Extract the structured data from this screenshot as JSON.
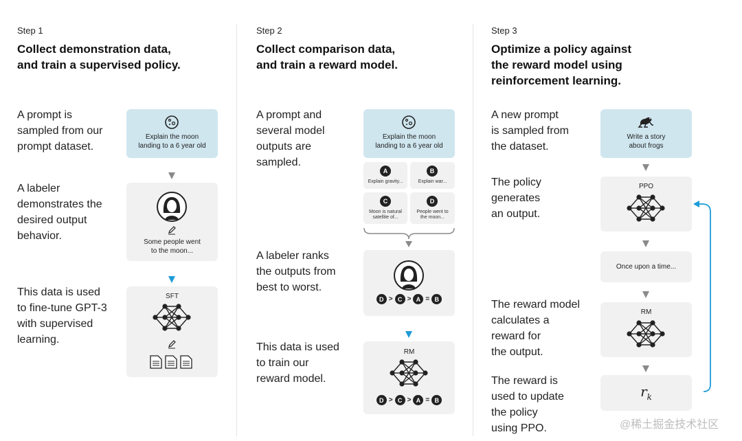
{
  "steps": [
    {
      "label": "Step 1",
      "title": "Collect demonstration data,\nand train a supervised policy.",
      "desc1": "A prompt is\nsampled from our\nprompt dataset.",
      "desc2": "A labeler\ndemonstrates the\ndesired output\nbehavior.",
      "desc3": "This data is used\nto fine-tune GPT-3\nwith supervised\nlearning.",
      "prompt_card": "Explain the moon\nlanding to a 6 year old",
      "demo_text": "Some people went\nto the moon...",
      "model_label": "SFT"
    },
    {
      "label": "Step 2",
      "title": "Collect comparison data,\nand train a reward model.",
      "desc1": "A prompt and\nseveral model\noutputs are\nsampled.",
      "desc2": "A labeler ranks\nthe outputs from\nbest to worst.",
      "desc3": "This data is used\nto train our\nreward model.",
      "prompt_card": "Explain the moon\nlanding to a 6 year old",
      "outputs": [
        {
          "letter": "A",
          "text": "Explain gravity..."
        },
        {
          "letter": "B",
          "text": "Explain war..."
        },
        {
          "letter": "C",
          "text": "Moon is natural\nsatellite of..."
        },
        {
          "letter": "D",
          "text": "People went to\nthe moon..."
        }
      ],
      "ranking": {
        "items": [
          "D",
          "C",
          "A",
          "B"
        ],
        "ops": [
          ">",
          ">",
          "="
        ]
      },
      "model_label": "RM"
    },
    {
      "label": "Step 3",
      "title": "Optimize a policy against\nthe reward model using\nreinforcement learning.",
      "desc1": "A new prompt\nis sampled from\nthe dataset.",
      "desc2": "The policy\ngenerates\nan output.",
      "desc3": "The reward model\ncalculates a\nreward for\nthe output.",
      "desc4": "The reward is\nused to update\nthe policy\nusing PPO.",
      "prompt_card": "Write a story\nabout frogs",
      "policy_label": "PPO",
      "output_text": "Once upon a time...",
      "model_label": "RM",
      "reward_symbol": "r",
      "reward_sub": "k"
    }
  ],
  "watermark": "@稀土掘金技术社区",
  "colors": {
    "prompt_bg": "#cfe6ef",
    "card_bg": "#f1f1f1",
    "accent": "#1d9bd7",
    "arrow_gray": "#8a8a8a"
  }
}
